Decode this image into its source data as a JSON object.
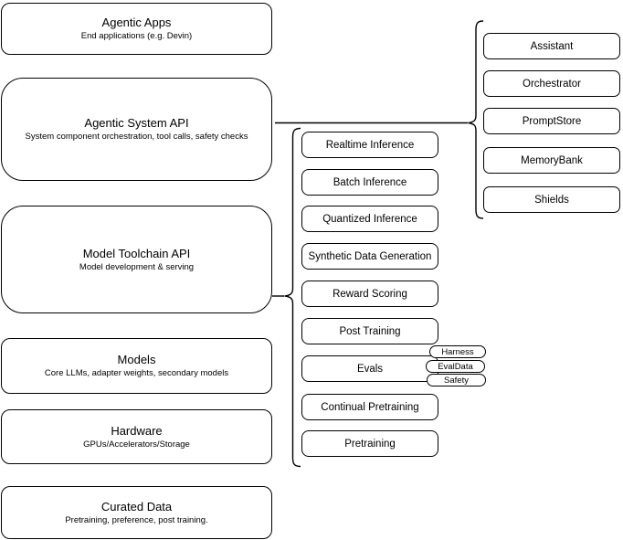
{
  "diagram": {
    "left_stack": [
      {
        "title": "Agentic Apps",
        "subtitle": "End applications (e.g. Devin)"
      },
      {
        "title": "Agentic System API",
        "subtitle": "System component orchestration, tool calls, safety checks"
      },
      {
        "title": "Model Toolchain API",
        "subtitle": "Model development & serving"
      },
      {
        "title": "Models",
        "subtitle": "Core LLMs, adapter weights, secondary models"
      },
      {
        "title": "Hardware",
        "subtitle": "GPUs/Accelerators/Storage"
      },
      {
        "title": "Curated Data",
        "subtitle": "Pretraining, preference, post training."
      }
    ],
    "toolchain_items": [
      "Realtime Inference",
      "Batch Inference",
      "Quantized Inference",
      "Synthetic Data Generation",
      "Reward Scoring",
      "Post Training",
      "Evals",
      "Continual Pretraining",
      "Pretraining"
    ],
    "evals_tags": [
      "Harness",
      "EvalData",
      "Safety"
    ],
    "system_components": [
      "Assistant",
      "Orchestrator",
      "PromptStore",
      "MemoryBank",
      "Shields"
    ],
    "colors": {
      "stroke": "#000000",
      "fill": "#ffffff",
      "text": "#000000"
    }
  }
}
